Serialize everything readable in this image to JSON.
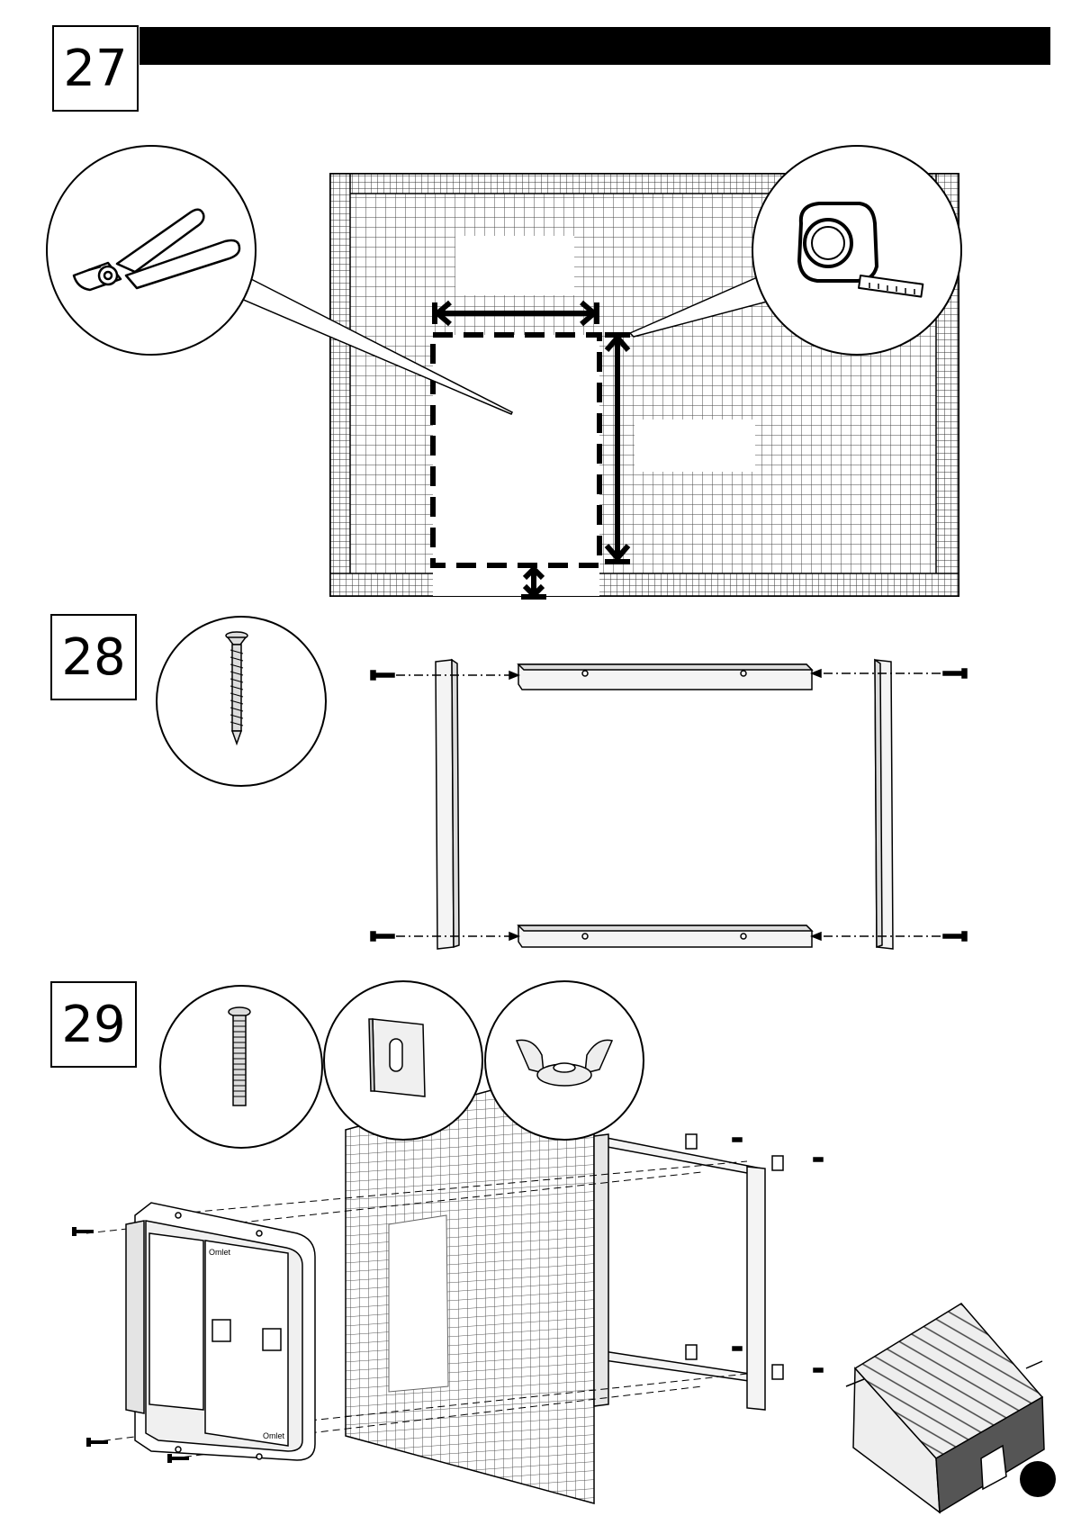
{
  "steps": [
    {
      "number": "27",
      "icons": [
        "wire-cutter-icon",
        "tape-measure-icon"
      ]
    },
    {
      "number": "28",
      "icons": [
        "screw-icon"
      ]
    },
    {
      "number": "29",
      "icons": [
        "bolt-icon",
        "bracket-plate-icon",
        "wing-nut-icon"
      ]
    }
  ],
  "door_labels": {
    "brand_top": "Omlet",
    "brand_bottom": "Omlet"
  },
  "colors": {
    "ink": "#000000",
    "mesh": "#555555",
    "wood_fill": "#f4f4f4",
    "page": "#ffffff"
  }
}
